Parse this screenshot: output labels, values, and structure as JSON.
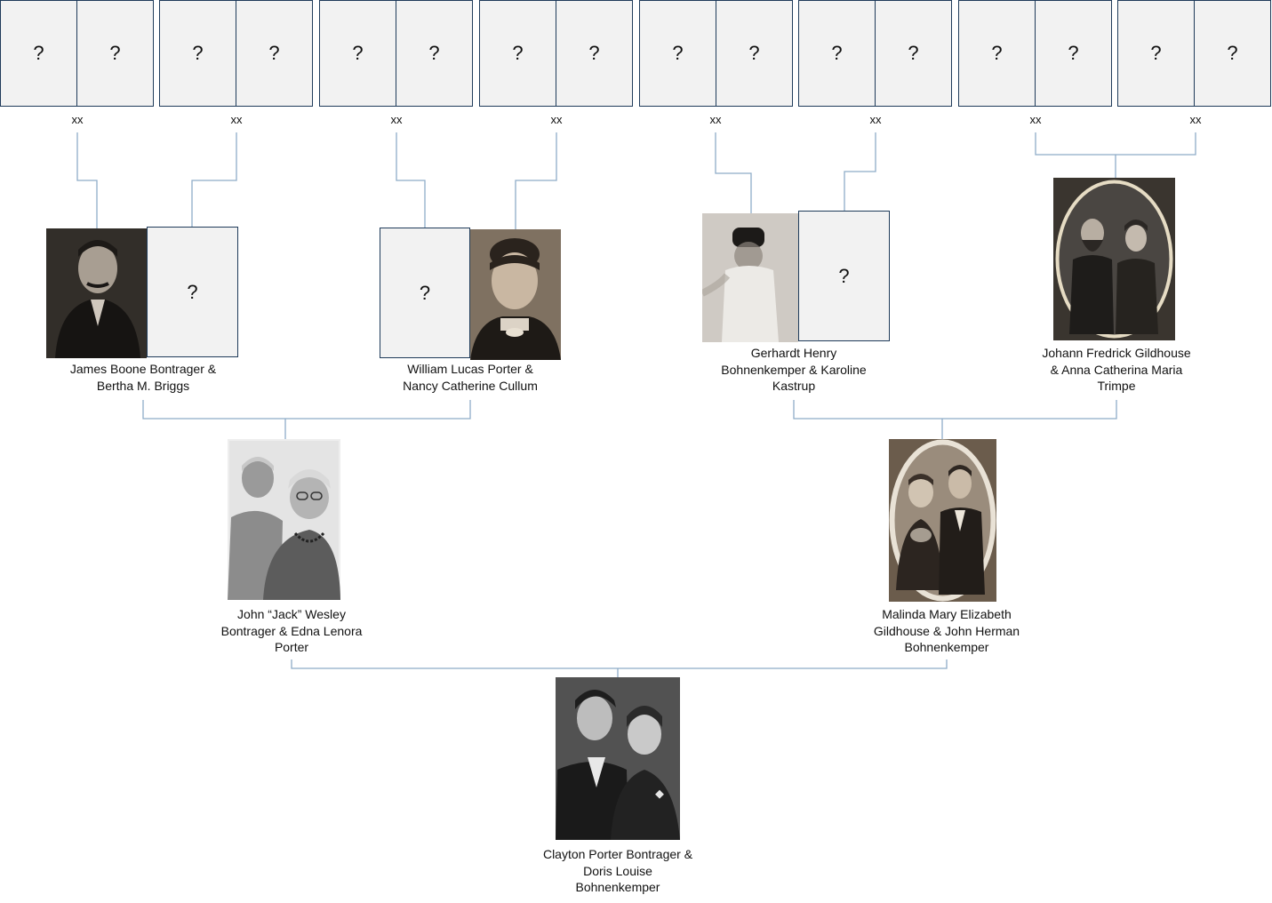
{
  "great_grandparent_slots": [
    {
      "left": "?",
      "right": "?",
      "marker": "xx"
    },
    {
      "left": "?",
      "right": "?",
      "marker": "xx"
    },
    {
      "left": "?",
      "right": "?",
      "marker": "xx"
    },
    {
      "left": "?",
      "right": "?",
      "marker": "xx"
    },
    {
      "left": "?",
      "right": "?",
      "marker": "xx"
    },
    {
      "left": "?",
      "right": "?",
      "marker": "xx"
    },
    {
      "left": "?",
      "right": "?",
      "marker": "xx"
    },
    {
      "left": "?",
      "right": "?",
      "marker": "xx"
    }
  ],
  "great_grandparent_couples": [
    {
      "caption_lines": [
        "James Boone Bontrager &",
        "Bertha M. Briggs"
      ],
      "unknown_label": "?"
    },
    {
      "caption_lines": [
        "William Lucas Porter &",
        "Nancy Catherine Cullum"
      ],
      "unknown_label": "?"
    },
    {
      "caption_lines": [
        "Gerhardt Henry",
        "Bohnenkemper & Karoline",
        "Kastrup"
      ],
      "unknown_label": "?"
    },
    {
      "caption_lines": [
        "Johann Fredrick Gildhouse",
        "& Anna Catherina Maria",
        "Trimpe"
      ]
    }
  ],
  "grandparent_couples": [
    {
      "caption_lines": [
        "John “Jack” Wesley",
        "Bontrager & Edna Lenora",
        "Porter"
      ]
    },
    {
      "caption_lines": [
        "Malinda Mary Elizabeth",
        "Gildhouse & John Herman",
        "Bohnenkemper"
      ]
    }
  ],
  "root_couple": {
    "caption_lines": [
      "Clayton Porter Bontrager &",
      "Doris Louise",
      "Bohnenkemper"
    ]
  },
  "colors": {
    "connector_line": "#8eacc8",
    "box_border": "#1f3b5a",
    "placeholder_fill": "#f2f2f2"
  }
}
